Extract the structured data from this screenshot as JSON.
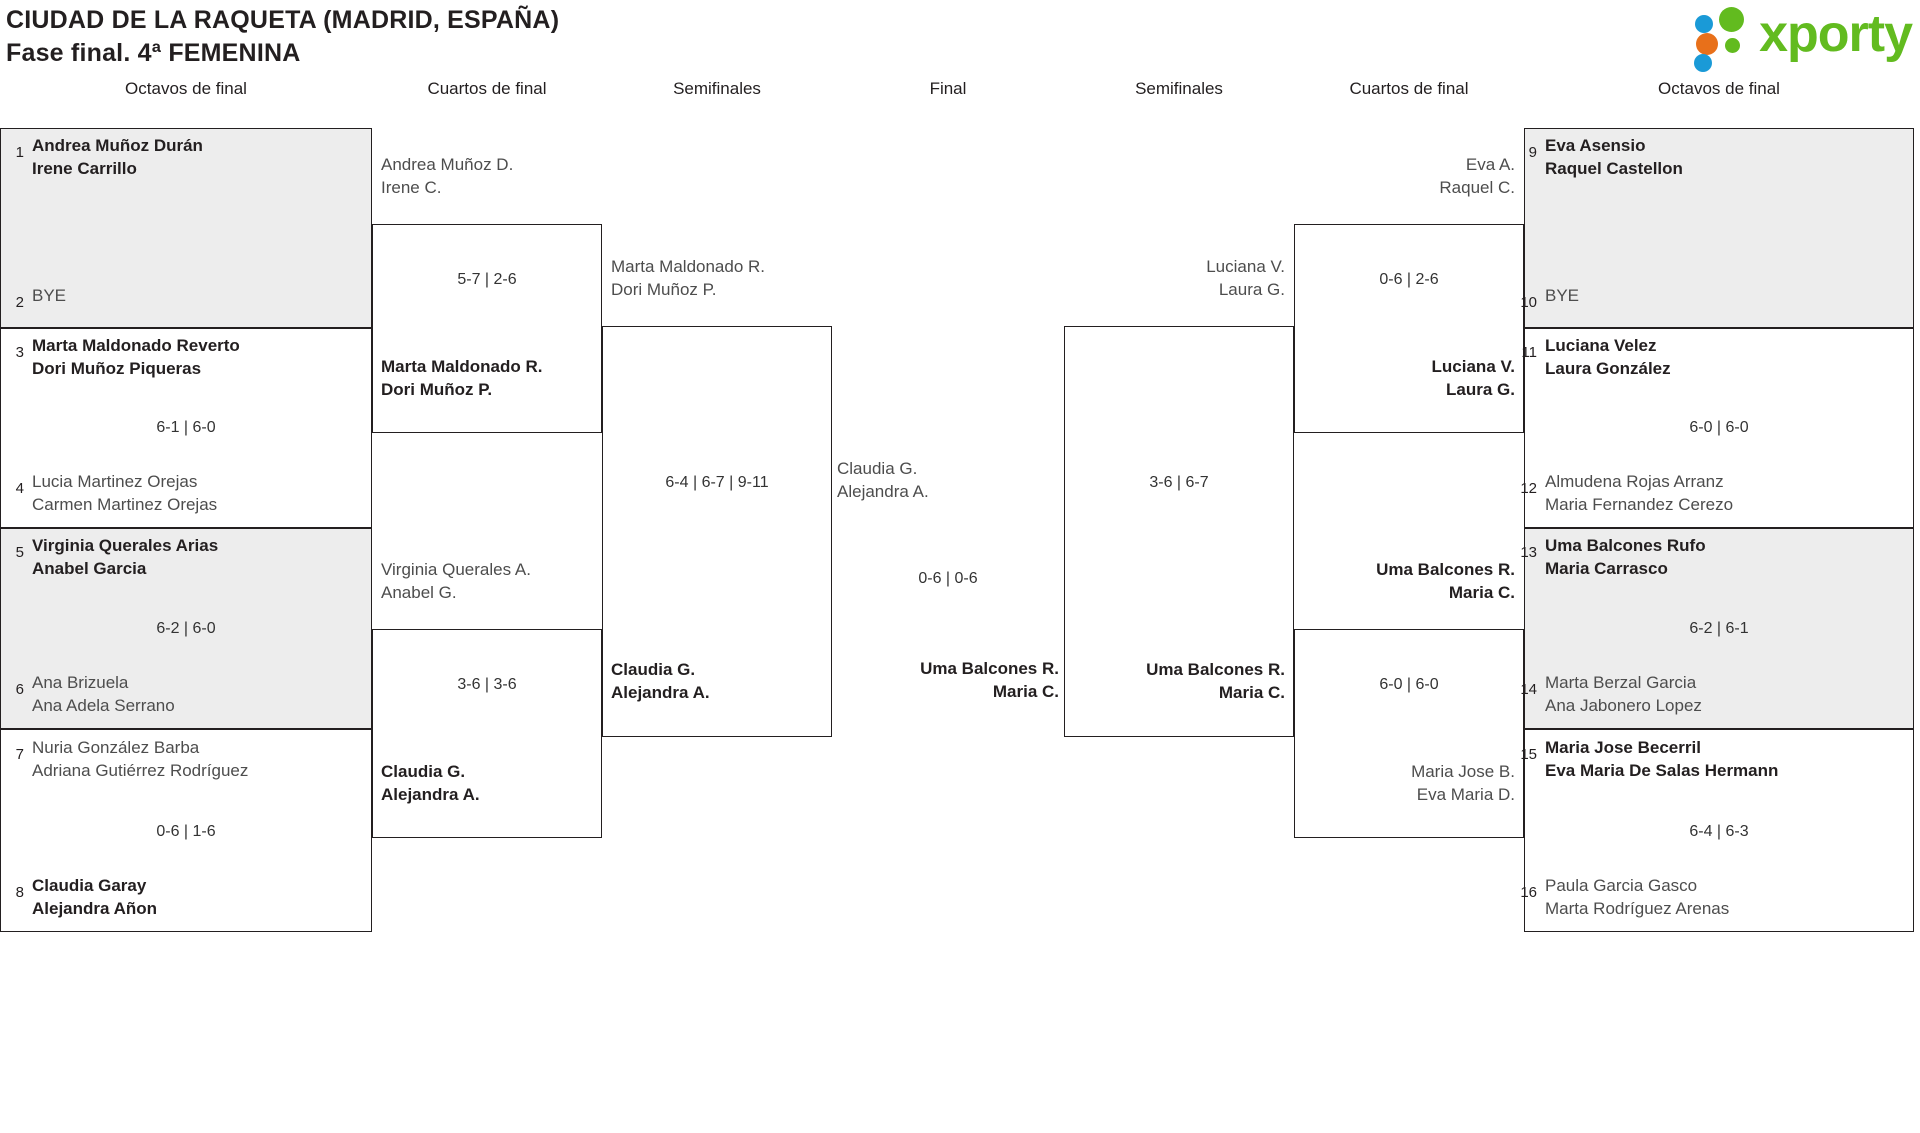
{
  "header": {
    "tournament": "CIUDAD DE LA RAQUETA (MADRID, ESPAÑA)",
    "phase": "Fase final. 4ª FEMENINA",
    "logo_word": "xporty"
  },
  "rounds": {
    "left_r16": "Octavos de final",
    "left_qf": "Cuartos de final",
    "left_sf": "Semifinales",
    "final": "Final",
    "right_sf": "Semifinales",
    "right_qf": "Cuartos de final",
    "right_r16": "Octavos de final"
  },
  "colors": {
    "shaded_row": "#ededed",
    "line": "#231f20",
    "winner_text": "#231f20",
    "loser_text": "#4d4d4d",
    "logo_green": "#62bb1f",
    "logo_blue": "#1a9ad7",
    "logo_orange": "#e8701a"
  },
  "left": {
    "r16": [
      {
        "seed": "1",
        "p1": "Andrea Muñoz Durán",
        "p2": "Irene Carrillo",
        "winner": true
      },
      {
        "seed": "2",
        "p1": "BYE",
        "p2": "",
        "winner": false
      },
      {
        "seed": "3",
        "p1": "Marta Maldonado Reverto",
        "p2": "Dori Muñoz Piqueras",
        "winner": true
      },
      {
        "seed": "4",
        "p1": "Lucia Martinez Orejas",
        "p2": "Carmen Martinez Orejas",
        "winner": false
      },
      {
        "seed": "5",
        "p1": "Virginia Querales Arias",
        "p2": "Anabel Garcia",
        "winner": true
      },
      {
        "seed": "6",
        "p1": "Ana Brizuela",
        "p2": "Ana Adela Serrano",
        "winner": false
      },
      {
        "seed": "7",
        "p1": "Nuria González Barba",
        "p2": "Adriana Gutiérrez Rodríguez",
        "winner": false
      },
      {
        "seed": "8",
        "p1": "Claudia Garay",
        "p2": "Alejandra Añon",
        "winner": true
      }
    ],
    "r16_scores": [
      "",
      "6-1 | 6-0",
      "6-2 | 6-0",
      "0-6 | 1-6"
    ],
    "qf": [
      {
        "p1": "Andrea Muñoz D.",
        "p2": "Irene C.",
        "winner": false
      },
      {
        "p1": "Marta Maldonado R.",
        "p2": "Dori Muñoz P.",
        "winner": true
      },
      {
        "p1": "Virginia Querales A.",
        "p2": "Anabel G.",
        "winner": false
      },
      {
        "p1": "Claudia G.",
        "p2": "Alejandra A.",
        "winner": true
      }
    ],
    "qf_scores": [
      "5-7 | 2-6",
      "3-6 | 3-6"
    ],
    "sf": [
      {
        "p1": "Marta Maldonado R.",
        "p2": "Dori Muñoz P.",
        "winner": false
      },
      {
        "p1": "Claudia G.",
        "p2": "Alejandra A.",
        "winner": true
      }
    ],
    "sf_score": "6-4 | 6-7 | 9-11",
    "finalist": {
      "p1": "Claudia G.",
      "p2": "Alejandra A.",
      "winner": false
    }
  },
  "final": {
    "score": "0-6 | 0-6"
  },
  "right": {
    "finalist": {
      "p1": "Uma Balcones R.",
      "p2": "Maria C.",
      "winner": true
    },
    "sf": [
      {
        "p1": "Luciana V.",
        "p2": "Laura G.",
        "winner": false
      },
      {
        "p1": "Uma Balcones R.",
        "p2": "Maria C.",
        "winner": true
      }
    ],
    "sf_score": "3-6 | 6-7",
    "qf": [
      {
        "p1": "Eva A.",
        "p2": "Raquel C.",
        "winner": false
      },
      {
        "p1": "Luciana V.",
        "p2": "Laura G.",
        "winner": true
      },
      {
        "p1": "Uma Balcones R.",
        "p2": "Maria C.",
        "winner": true
      },
      {
        "p1": "Maria Jose B.",
        "p2": "Eva Maria D.",
        "winner": false
      }
    ],
    "qf_scores": [
      "0-6 | 2-6",
      "6-0 | 6-0"
    ],
    "r16": [
      {
        "seed": "9",
        "p1": "Eva Asensio",
        "p2": "Raquel Castellon",
        "winner": true
      },
      {
        "seed": "10",
        "p1": "BYE",
        "p2": "",
        "winner": false
      },
      {
        "seed": "11",
        "p1": "Luciana Velez",
        "p2": "Laura González",
        "winner": true
      },
      {
        "seed": "12",
        "p1": "Almudena Rojas Arranz",
        "p2": "Maria Fernandez Cerezo",
        "winner": false
      },
      {
        "seed": "13",
        "p1": "Uma Balcones Rufo",
        "p2": "Maria Carrasco",
        "winner": true
      },
      {
        "seed": "14",
        "p1": "Marta Berzal Garcia",
        "p2": "Ana Jabonero Lopez",
        "winner": false
      },
      {
        "seed": "15",
        "p1": "Maria Jose Becerril",
        "p2": "Eva Maria De Salas Hermann",
        "winner": true
      },
      {
        "seed": "16",
        "p1": "Paula Garcia Gasco",
        "p2": "Marta Rodríguez Arenas",
        "winner": false
      }
    ],
    "r16_scores": [
      "",
      "6-0 | 6-0",
      "6-2 | 6-1",
      "6-4 | 6-3"
    ]
  }
}
